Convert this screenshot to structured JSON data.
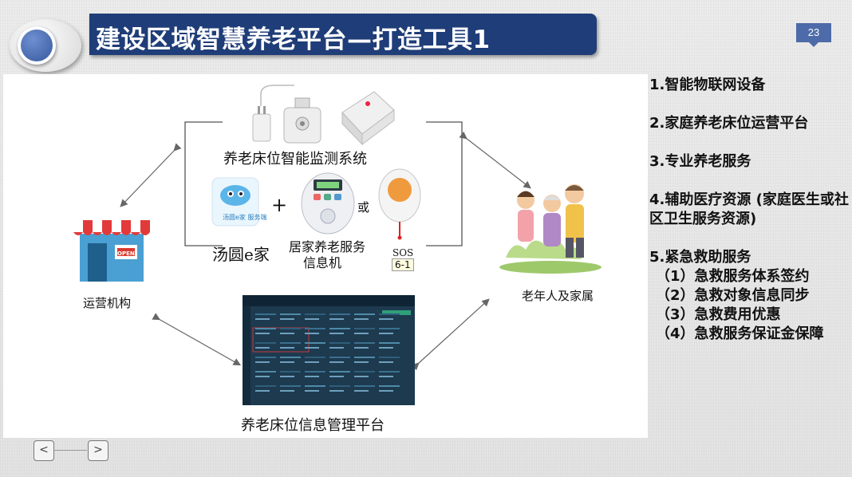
{
  "slide": {
    "title": "建设区域智慧养老平台—打造工具1",
    "page_number": "23"
  },
  "diagram": {
    "monitoring_system_label": "养老床位智能监测系统",
    "app_label": "汤圆e家",
    "app_icon_text": "汤圆e家 服务端",
    "plus_sign": "+",
    "or_text": "或",
    "device_label_line1": "居家养老服务",
    "device_label_line2": "信息机",
    "sos_text": "SOS",
    "sos_tag": "6-1",
    "operator_label": "运营机构",
    "shop_sign": "OPEN",
    "elderly_label": "老年人及家属",
    "platform_label": "养老床位信息管理平台"
  },
  "sidebar_list": {
    "items": [
      "1.智能物联网设备",
      "2.家庭养老床位运营平台",
      "3.专业养老服务",
      "4.辅助医疗资源 (家庭医生或社区卫生服务资源)",
      "5.紧急救助服务"
    ],
    "subitems": [
      "（1）急救服务体系签约",
      "（2）急救对象信息同步",
      "（3）急救费用优惠",
      "（4）急救服务保证金保障"
    ]
  },
  "nav": {
    "prev_icon": "chevron-left-icon",
    "next_icon": "chevron-right-icon",
    "prev_glyph": "<",
    "next_glyph": ">"
  },
  "colors": {
    "title_bar": "#1f3d78",
    "page_badge": "#4d6ba8",
    "dashboard_bg": "#1d3a4f"
  }
}
